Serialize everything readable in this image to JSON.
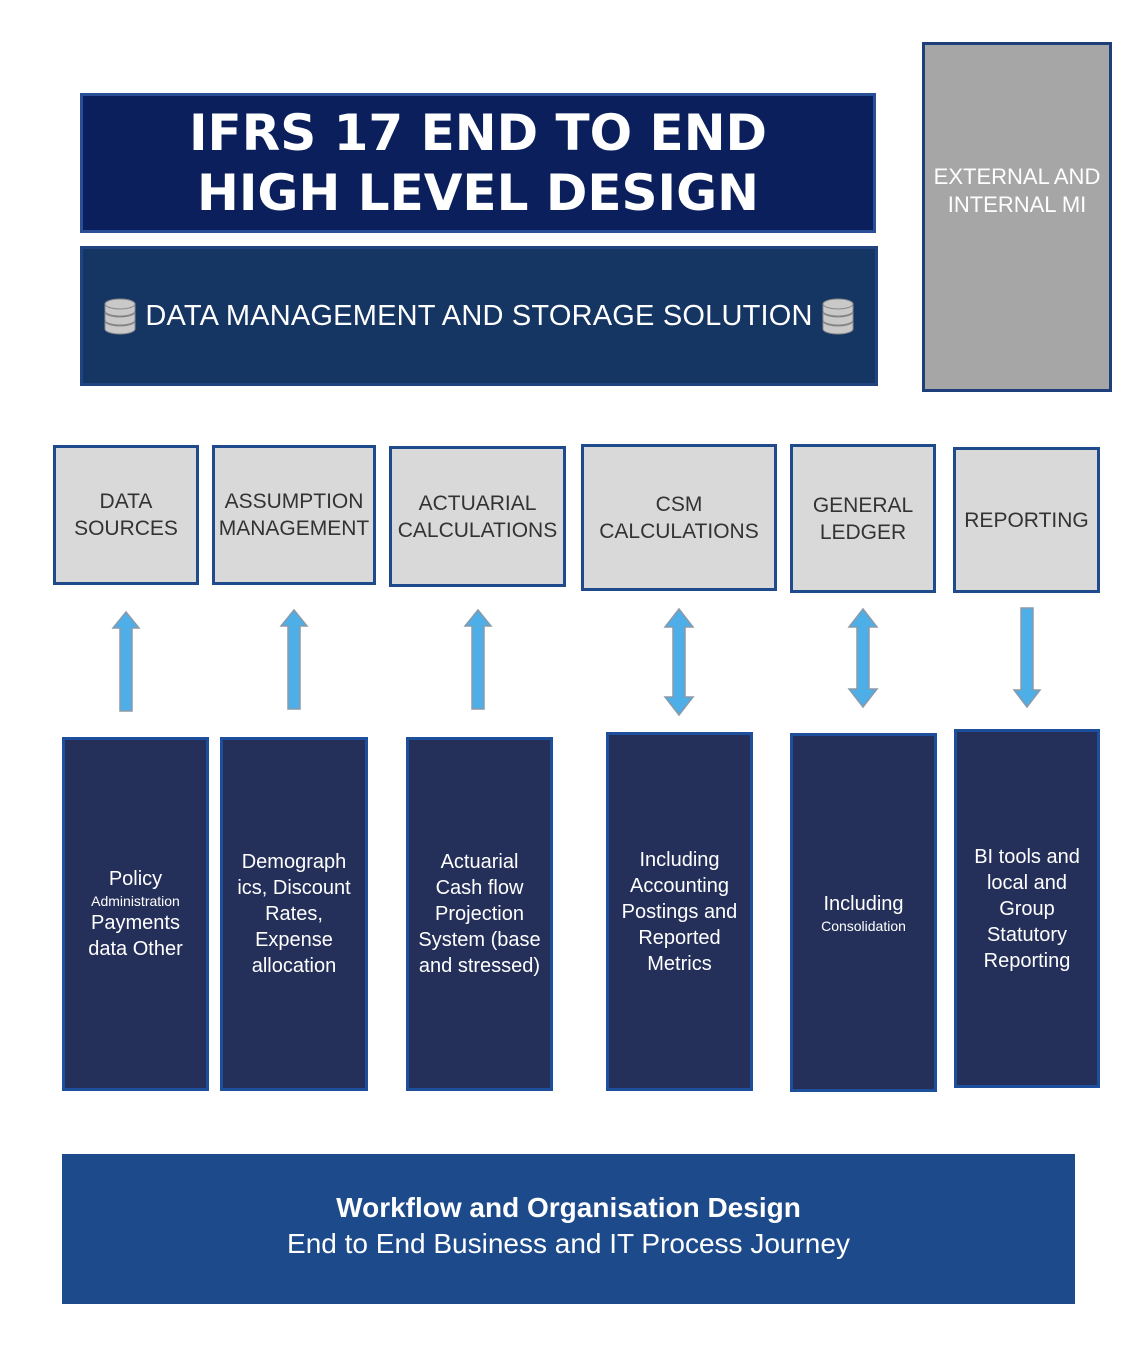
{
  "title": "IFRS 17 END TO END HIGH LEVEL DESIGN",
  "data_management": {
    "label": "DATA MANAGEMENT AND STORAGE SOLUTION",
    "icon": "database-icon"
  },
  "mi_box": {
    "label": "EXTERNAL AND INTERNAL MI"
  },
  "categories": [
    {
      "label": "DATA\nSOURCES"
    },
    {
      "label": "ASSUMPTION\nMANAGEMENT"
    },
    {
      "label": "ACTUARIAL\nCALCULATIONS"
    },
    {
      "label": "CSM\nCALCULATIONS"
    },
    {
      "label": "GENERAL\nLEDGER"
    },
    {
      "label": "REPORTING"
    }
  ],
  "descriptions": [
    {
      "line1": "Policy",
      "small": "Administration",
      "line2": "Payments data Other"
    },
    {
      "text": "Demograph ics, Discount Rates, Expense allocation"
    },
    {
      "text": "Actuarial Cash flow Projection System (base and stressed)"
    },
    {
      "text": "Including Accounting Postings and Reported Metrics"
    },
    {
      "line1": "Including",
      "small": "Consolidation"
    },
    {
      "text": "BI tools and local and Group Statutory Reporting"
    }
  ],
  "arrows": [
    {
      "direction": "up"
    },
    {
      "direction": "up"
    },
    {
      "direction": "up"
    },
    {
      "direction": "both"
    },
    {
      "direction": "both"
    },
    {
      "direction": "down"
    }
  ],
  "footer": {
    "title": "Workflow and Organisation Design",
    "subtitle": "End to End Business and IT Process Journey"
  },
  "colors": {
    "title_bg": "#0a1f5c",
    "panel_bg": "#153563",
    "dark_box": "#24305a",
    "category_bg": "#d9d9d9",
    "mi_bg": "#a6a6a6",
    "arrow": "#4daee8",
    "footer_bg": "#1c4a8a"
  }
}
